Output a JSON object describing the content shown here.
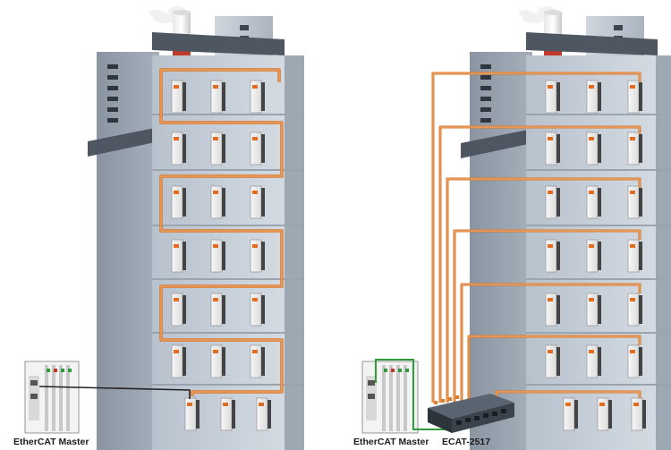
{
  "left_diagram": {
    "master_label": "EtherCAT Master"
  },
  "right_diagram": {
    "master_label": "EtherCAT Master",
    "switch_label": "ECAT-2517"
  },
  "colors": {
    "ethercat_cable": "#d9772a",
    "ethernet_cable_left": "#222222",
    "ethernet_cable_right": "#2f9e3a",
    "building_face": "#c3ccd6",
    "building_side": "#8f9aa6",
    "building_dark": "#4d5661"
  },
  "icons": [
    "factory-building",
    "chimney-smoke",
    "io-module",
    "plc-controller",
    "ethernet-switch"
  ]
}
